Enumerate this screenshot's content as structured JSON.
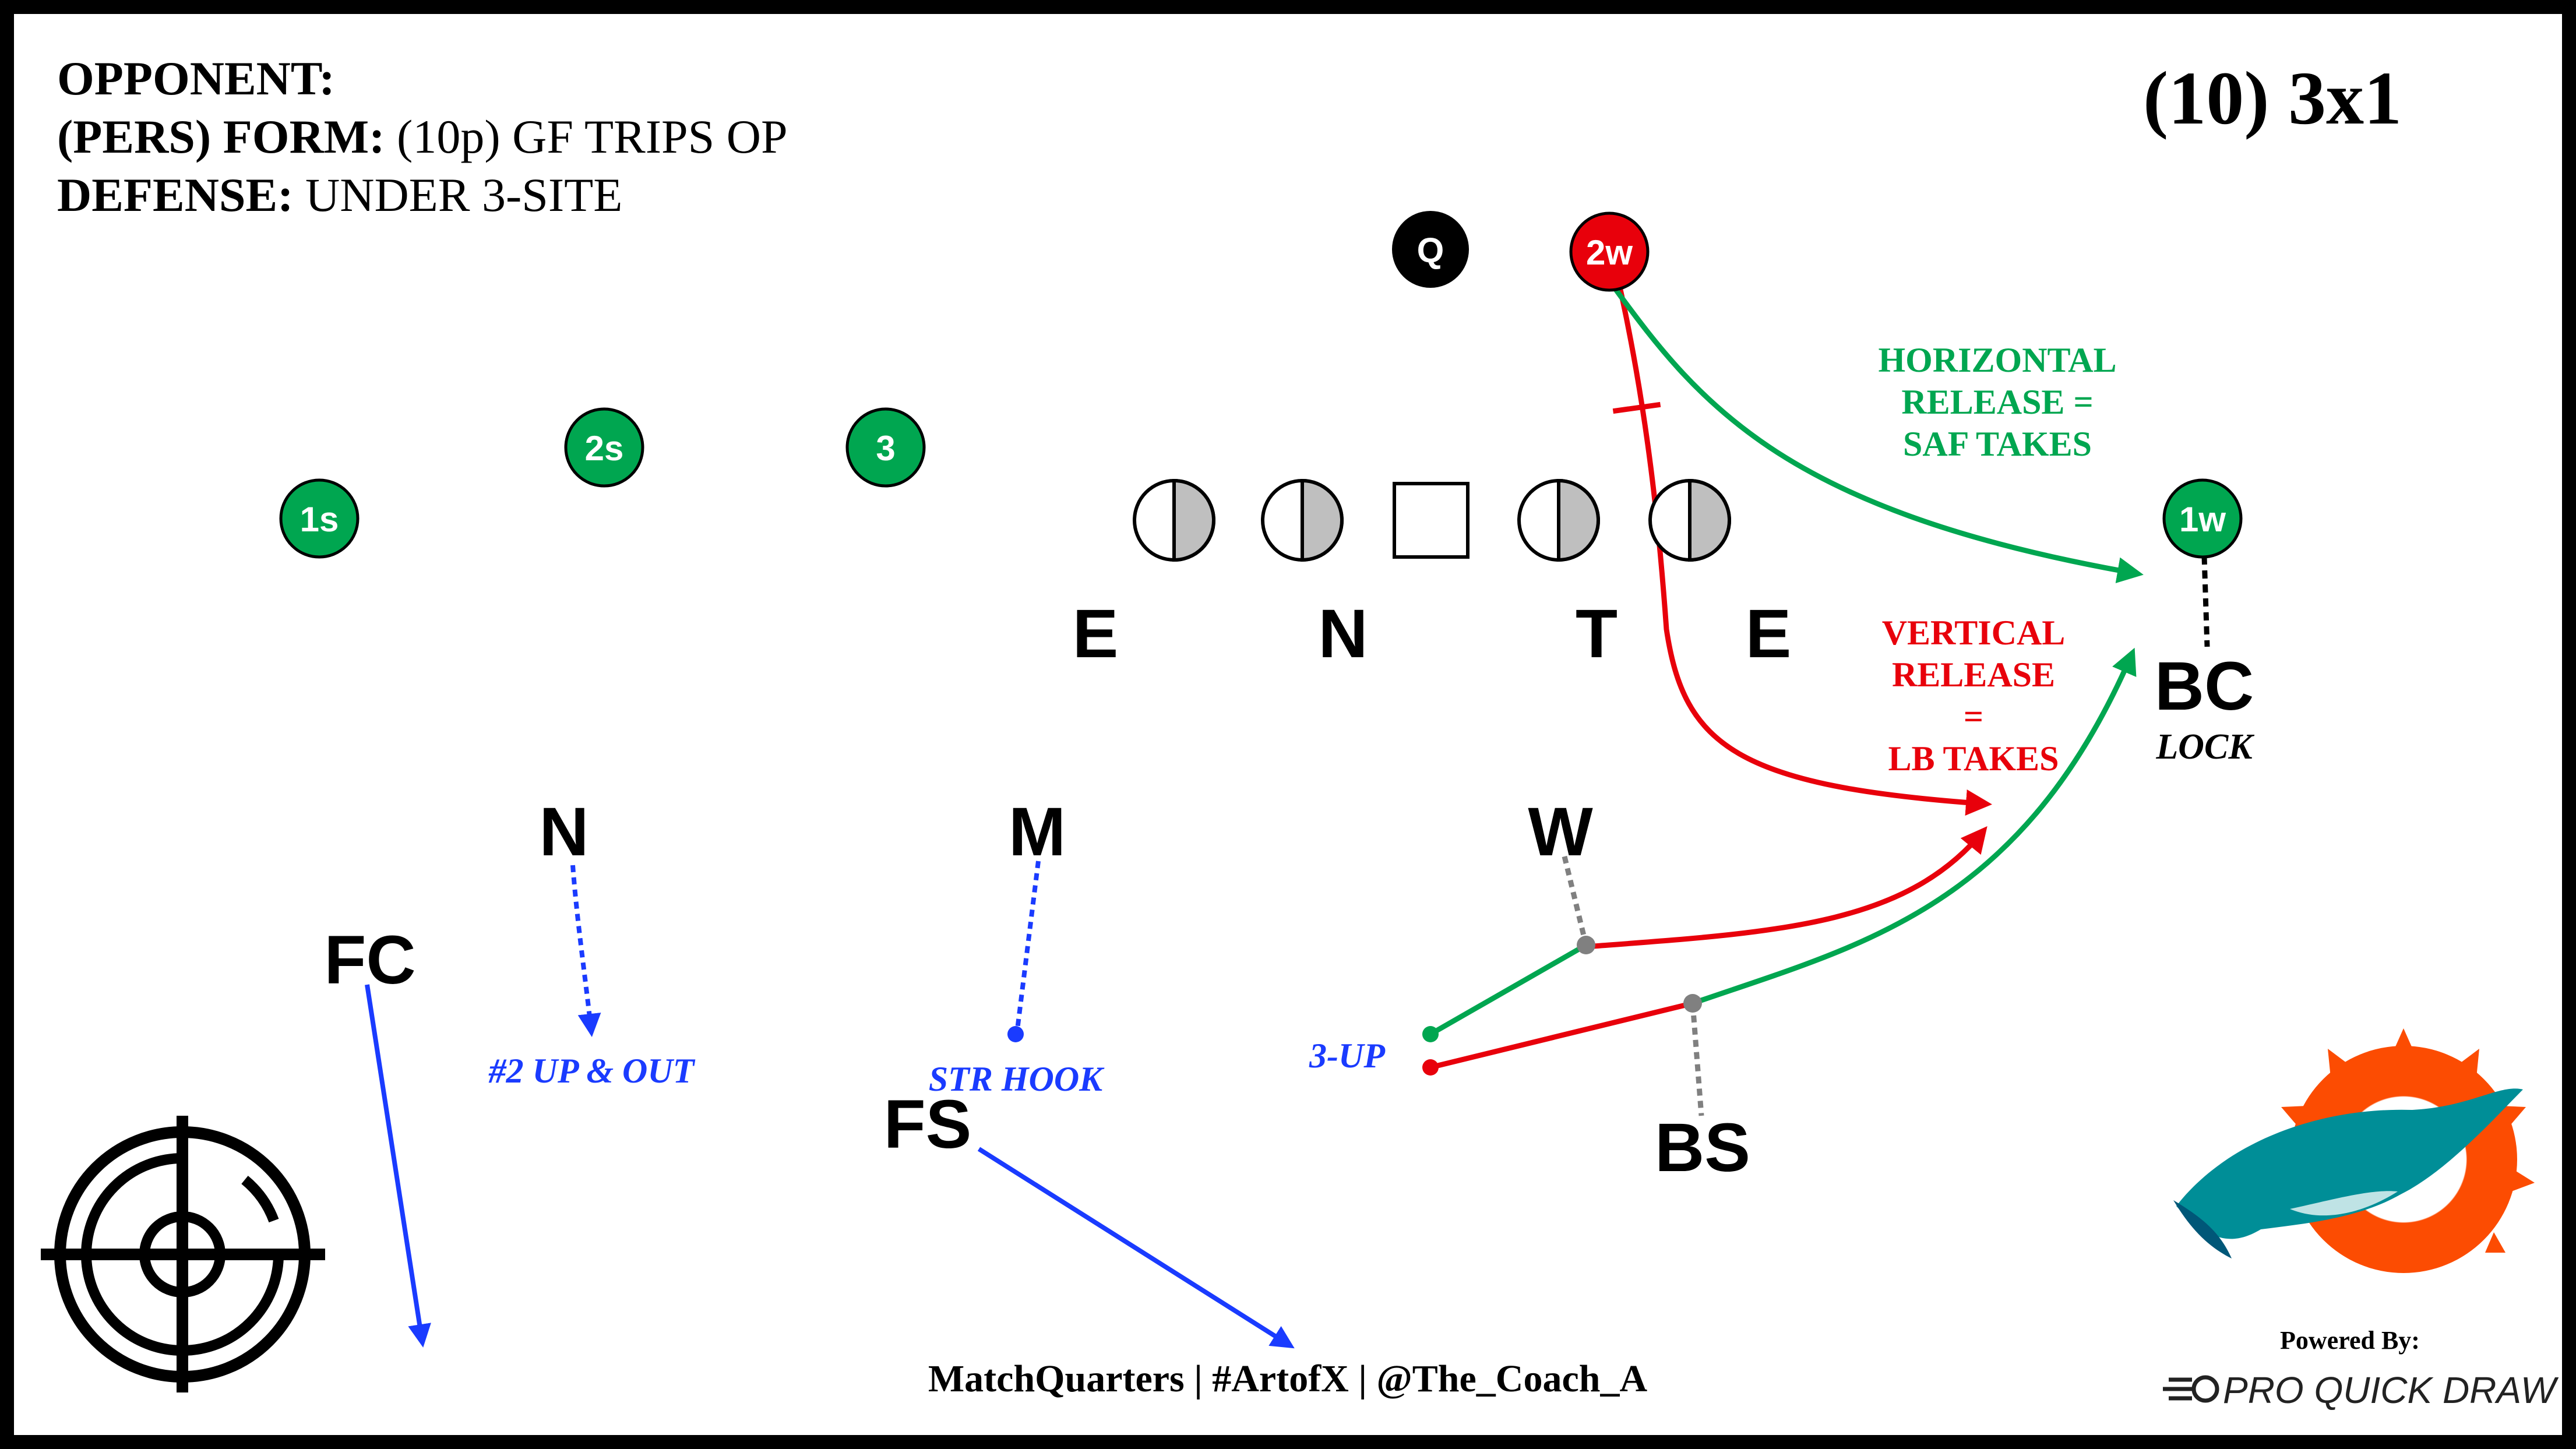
{
  "header": {
    "opponent_label": "OPPONENT:",
    "form_label": "(PERS) FORM:",
    "form_value": " (10p) GF TRIPS OP",
    "defense_label": "DEFENSE:",
    "defense_value": " UNDER 3-SITE",
    "formation_tag": "(10) 3x1"
  },
  "offense": {
    "q": "Q",
    "wr_2w": "2w",
    "wr_1s": "1s",
    "wr_2s": "2s",
    "wr_3": "3",
    "wr_1w": "1w"
  },
  "defense": {
    "line": [
      "E",
      "N",
      "T",
      "E"
    ],
    "n": "N",
    "m": "M",
    "w": "W",
    "fc": "FC",
    "fs": "FS",
    "bs": "BS",
    "bc": "BC",
    "bc_note": "LOCK"
  },
  "annotations": {
    "horizontal": [
      "HORIZONTAL",
      "RELEASE =",
      "SAF TAKES"
    ],
    "vertical": [
      "VERTICAL",
      "RELEASE",
      "=",
      "LB TAKES"
    ],
    "n_assignment": "#2 UP & OUT",
    "m_assignment": "STR HOOK",
    "three_up": "3-UP"
  },
  "footer": {
    "credits": "MatchQuarters | #ArtofX | @The_Coach_A",
    "powered_by": "Powered By:",
    "brand": "PRO QUICK DRAW"
  },
  "colors": {
    "green": "#00a650",
    "red": "#e8000b",
    "blue": "#1a3bff",
    "black": "#000000",
    "gray": "#bfbfbf",
    "dolphin_aqua": "#008e97",
    "dolphin_orange": "#fc4c02"
  }
}
